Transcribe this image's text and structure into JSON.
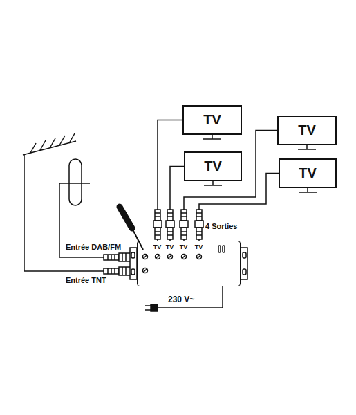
{
  "diagram": {
    "nodes": [
      {
        "text": [
          "TV",
          "TV",
          "TV",
          "TV"
        ]
      },
      {
        "text": [
          "TV"
        ]
      },
      {
        "text": [
          "TV"
        ]
      },
      {
        "text": [
          "TV"
        ]
      },
      {
        "text": [
          "TV"
        ]
      }
    ],
    "edges": [
      {
        "from": 0,
        "to": 1,
        "arrow": "none"
      },
      {
        "from": 0,
        "to": 2,
        "arrow": "none"
      },
      {
        "from": 0,
        "to": 3,
        "arrow": "none"
      },
      {
        "from": 0,
        "to": 4,
        "arrow": "none"
      }
    ],
    "labels": [
      "Entrée DAB/FM",
      "Entrée TNT",
      "4 Sorties",
      "230 V~"
    ]
  }
}
